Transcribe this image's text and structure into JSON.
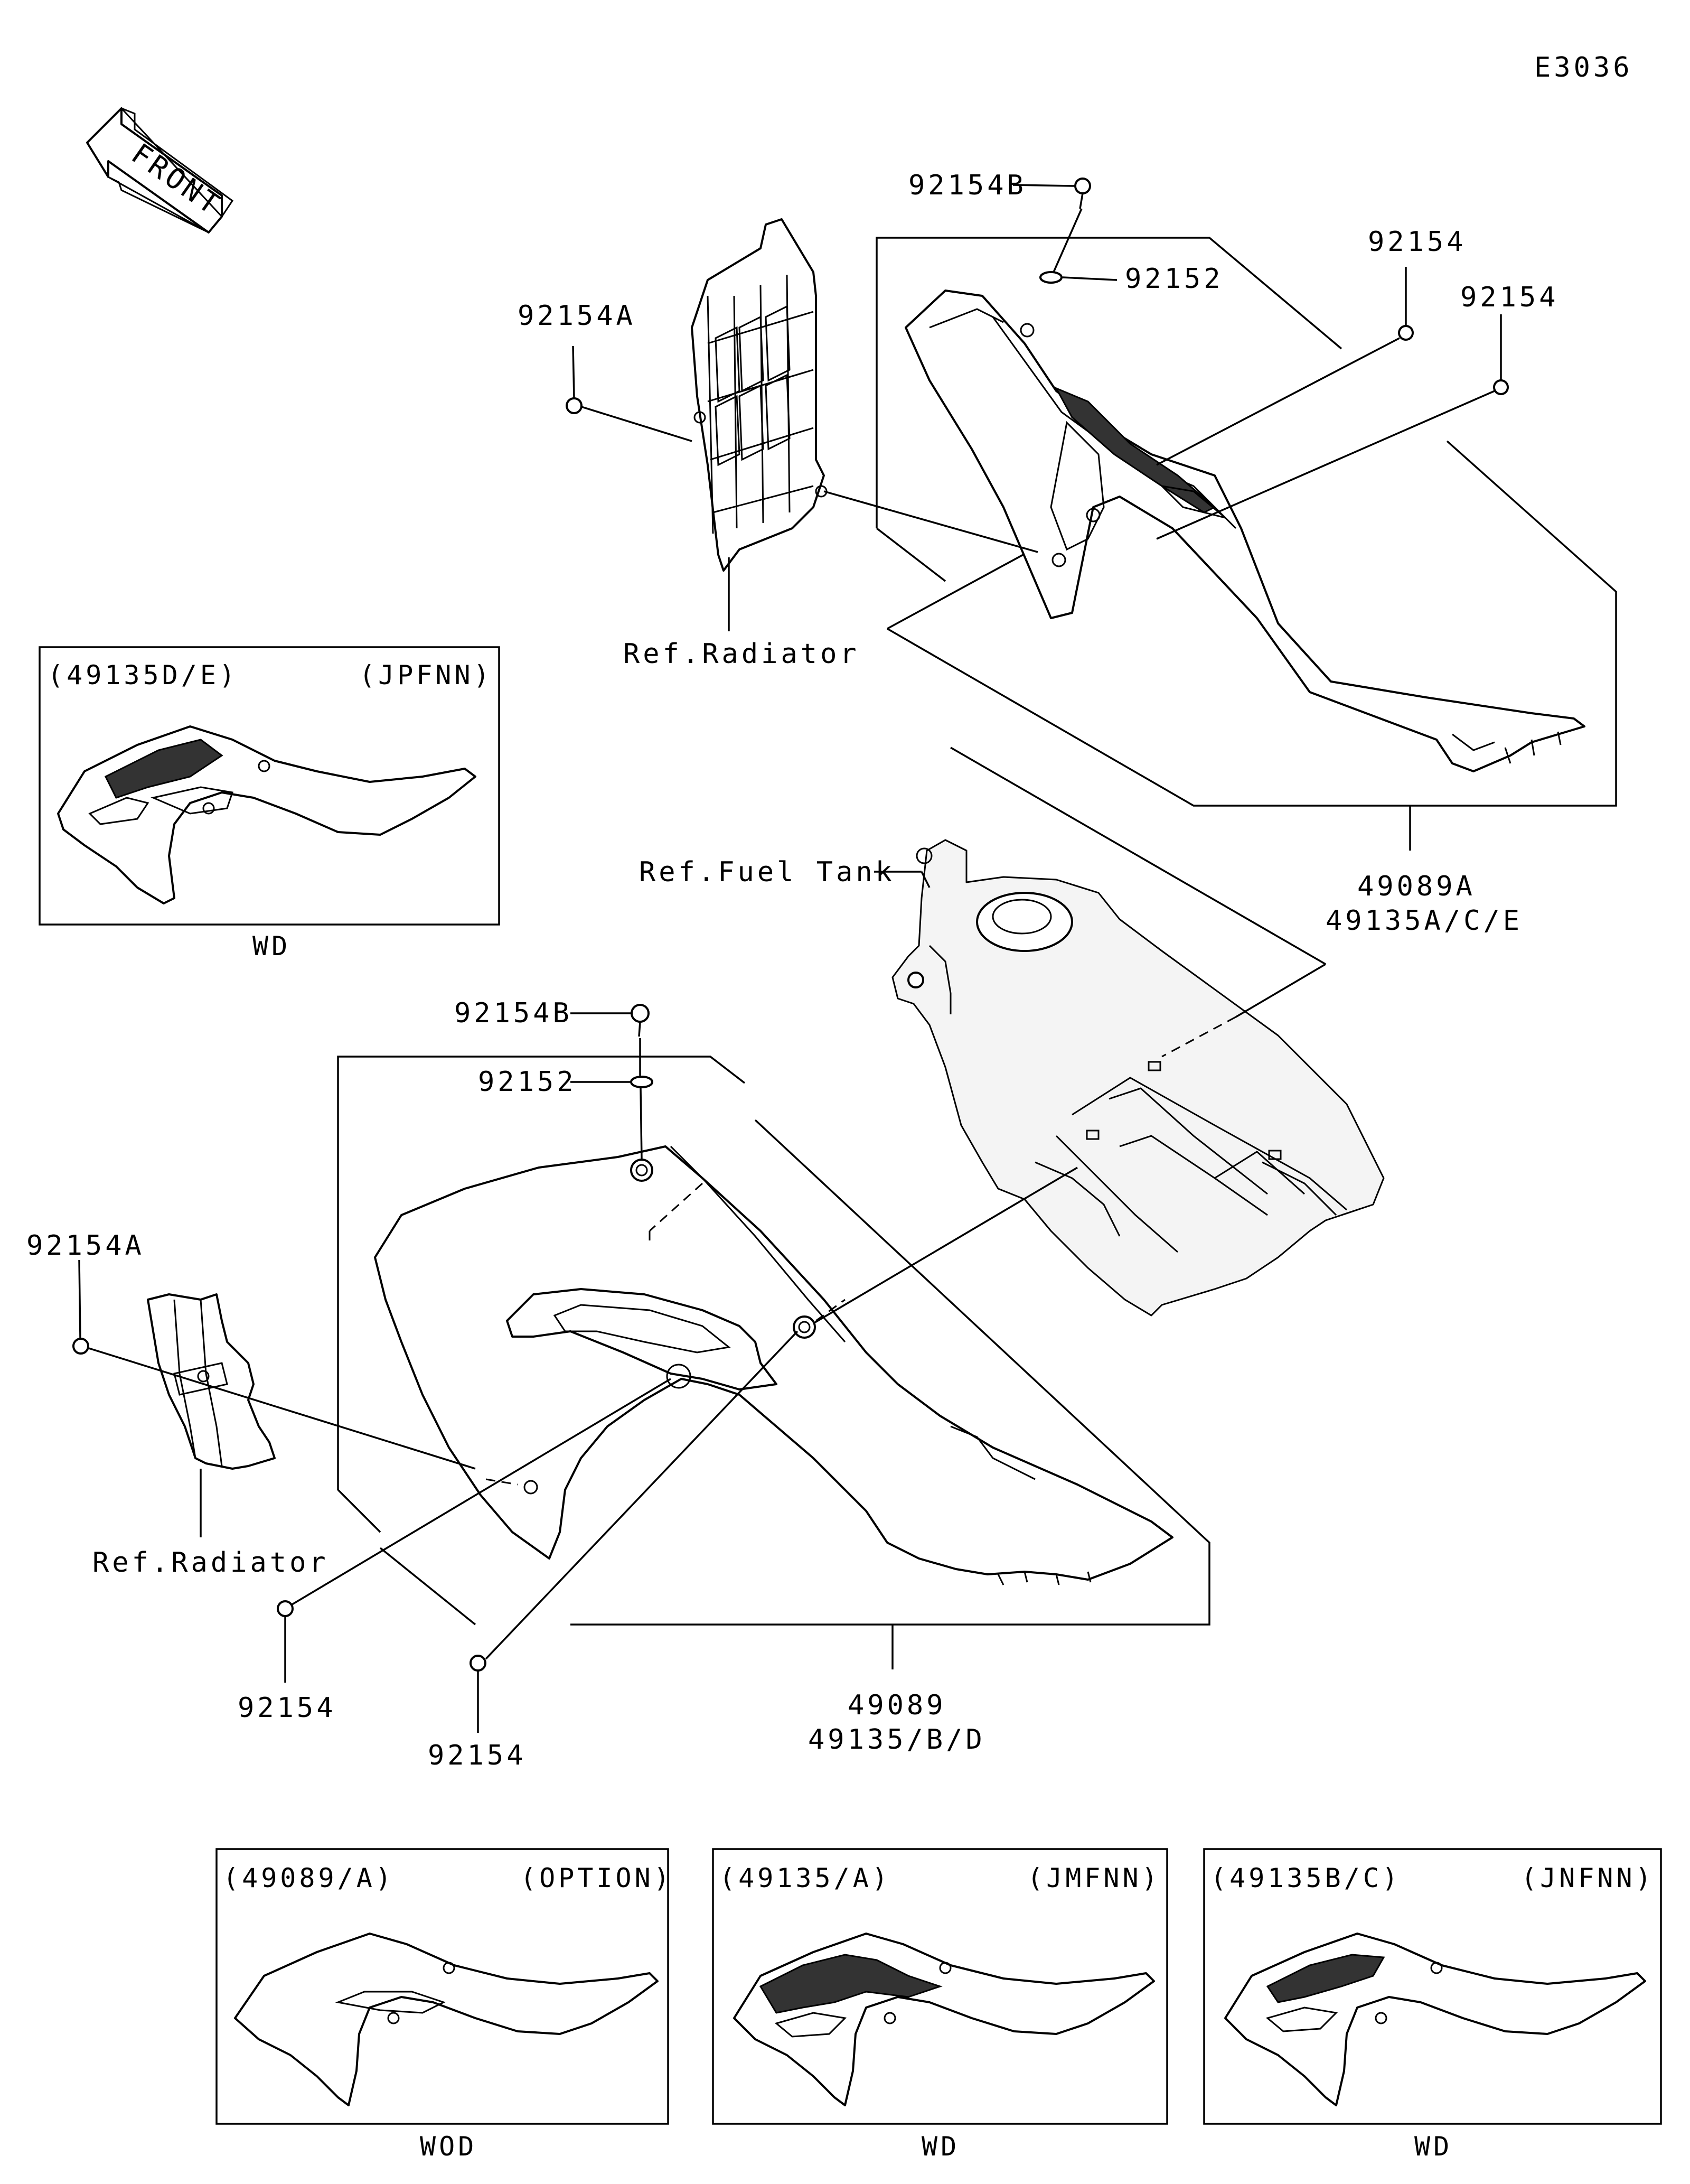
{
  "diagram_id": "E3036",
  "front_label": "FRONT",
  "callouts": {
    "top_92154B": "92154B",
    "top_92152": "92152",
    "top_92154_a": "92154",
    "top_92154_b": "92154",
    "top_92154A": "92154A",
    "top_ref_radiator": "Ref.Radiator",
    "top_assy_line1": "49089A",
    "top_assy_line2": "49135A/C/E",
    "fuel_tank": "Ref.Fuel Tank",
    "mid_92154B": "92154B",
    "mid_92152": "92152",
    "left_92154A": "92154A",
    "left_ref_radiator": "Ref.Radiator",
    "bottom_92154_a": "92154",
    "bottom_92154_b": "92154",
    "bottom_assy_line1": "49089",
    "bottom_assy_line2": "49135/B/D"
  },
  "variant_boxes": [
    {
      "part": "(49135D/E)",
      "code": "(JPFNN)",
      "caption": "WD"
    },
    {
      "part": "(49089/A)",
      "code": "(OPTION)",
      "caption": "WOD"
    },
    {
      "part": "(49135/A)",
      "code": "(JMFNN)",
      "caption": "WD"
    },
    {
      "part": "(49135B/C)",
      "code": "(JNFNN)",
      "caption": "WD"
    }
  ]
}
